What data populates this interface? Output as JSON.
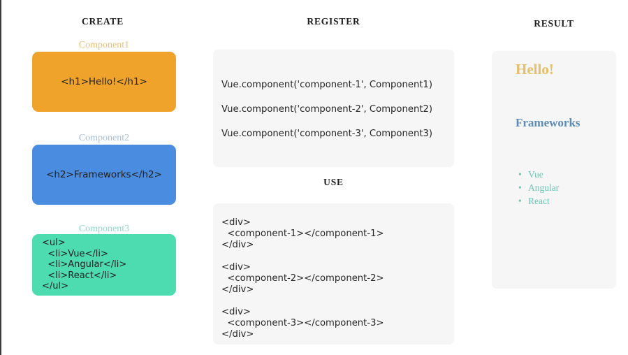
{
  "columns": {
    "create": "CREATE",
    "register": "REGISTER",
    "use": "USE",
    "result": "RESULT"
  },
  "create": {
    "components": [
      {
        "label": "Component1",
        "code": "<h1>Hello!</h1>",
        "color": "#f0a32b",
        "label_color": "#e8c178"
      },
      {
        "label": "Component2",
        "code": "<h2>Frameworks</h2>",
        "color": "#4a8cdf",
        "label_color": "#a8bfd8"
      },
      {
        "label": "Component3",
        "code": "<ul>\n  <li>Vue</li>\n  <li>Angular</li>\n  <li>React</li>\n</ul>",
        "color": "#4ddcb0",
        "label_color": "#8fd9c6"
      }
    ]
  },
  "register": {
    "lines": [
      "Vue.component('component-1', Component1)",
      "Vue.component('component-2', Component2)",
      "Vue.component('component-3', Component3)"
    ]
  },
  "use": {
    "blocks": [
      "<div>\n  <component-1></component-1>\n</div>",
      "<div>\n  <component-2></component-2>\n</div>",
      "<div>\n  <component-3></component-3>\n</div>"
    ]
  },
  "result": {
    "heading1": "Hello!",
    "heading2": "Frameworks",
    "list": [
      "Vue",
      "Angular",
      "React"
    ],
    "heading1_color": "#e5c068",
    "heading2_color": "#5b8cb8",
    "list_color": "#6fc4b2"
  }
}
